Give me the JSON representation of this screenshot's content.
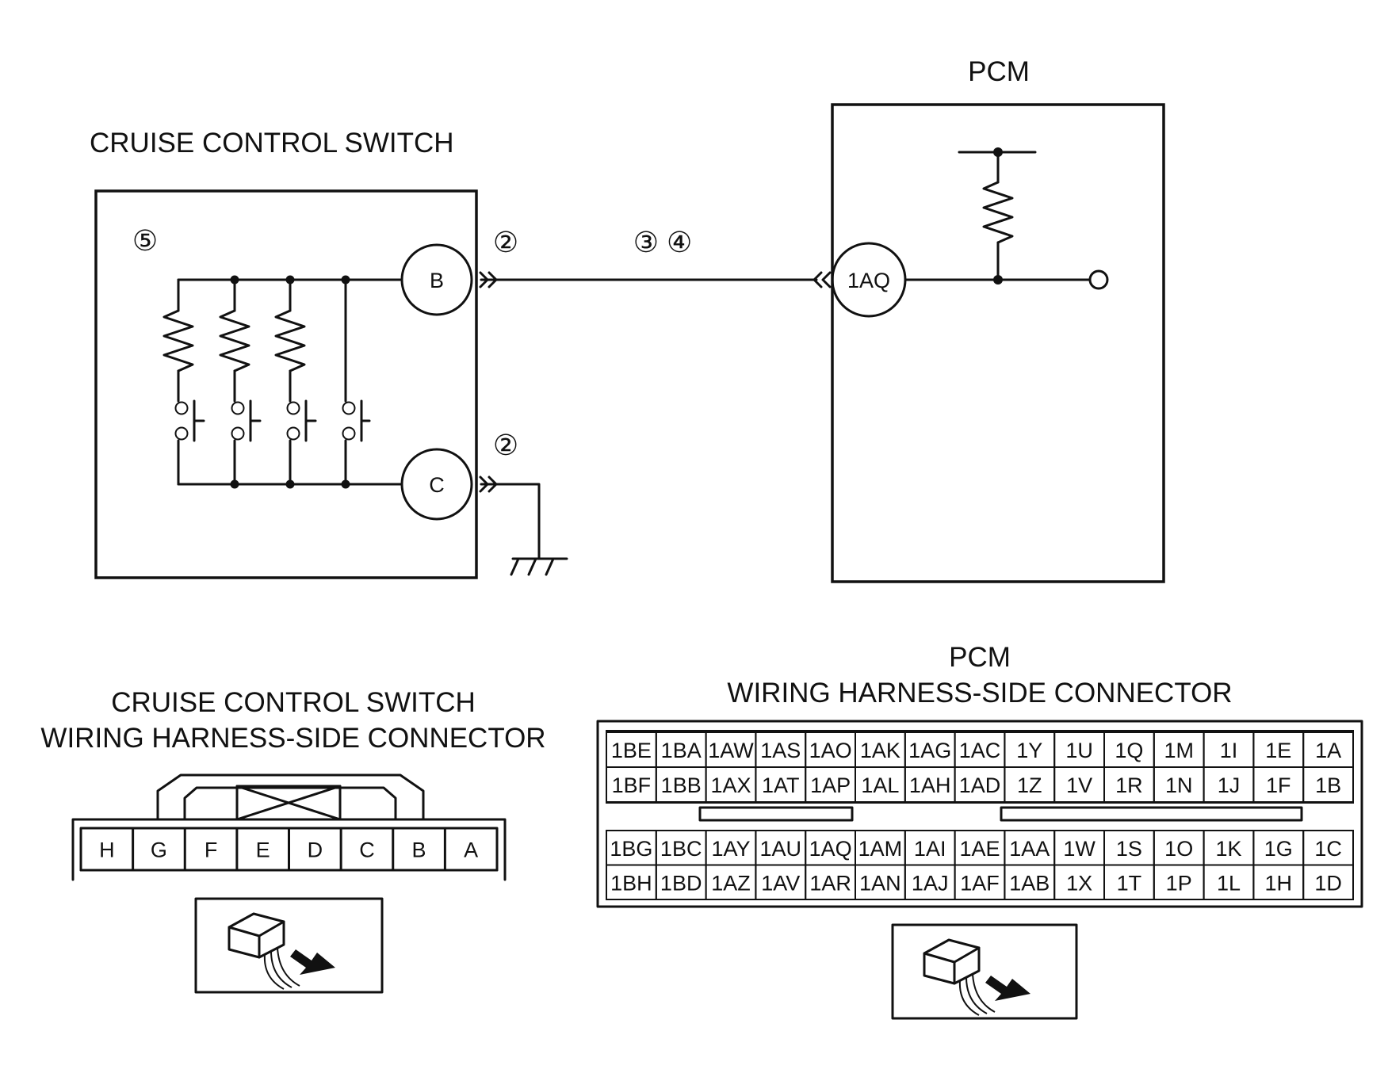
{
  "switch_schematic": {
    "title": "CRUISE CONTROL SWITCH",
    "terminal_b": "B",
    "terminal_c": "C",
    "callout_inside": "⑤",
    "callout_b": "②",
    "callout_c": "②"
  },
  "wire": {
    "callouts": "③ ④"
  },
  "pcm_schematic": {
    "title": "PCM",
    "terminal": "1AQ"
  },
  "switch_connector": {
    "title_line1": "CRUISE CONTROL SWITCH",
    "title_line2": "WIRING HARNESS-SIDE CONNECTOR",
    "pins": [
      "H",
      "G",
      "F",
      "E",
      "D",
      "C",
      "B",
      "A"
    ],
    "blanked_pins": [
      "E",
      "D"
    ]
  },
  "pcm_connector": {
    "title_line1": "PCM",
    "title_line2": "WIRING HARNESS-SIDE CONNECTOR",
    "upper_rows": [
      [
        "1BE",
        "1BA",
        "1AW",
        "1AS",
        "1AO",
        "1AK",
        "1AG",
        "1AC",
        "1Y",
        "1U",
        "1Q",
        "1M",
        "1I",
        "1E",
        "1A"
      ],
      [
        "1BF",
        "1BB",
        "1AX",
        "1AT",
        "1AP",
        "1AL",
        "1AH",
        "1AD",
        "1Z",
        "1V",
        "1R",
        "1N",
        "1J",
        "1F",
        "1B"
      ]
    ],
    "lower_rows": [
      [
        "1BG",
        "1BC",
        "1AY",
        "1AU",
        "1AQ",
        "1AM",
        "1AI",
        "1AE",
        "1AA",
        "1W",
        "1S",
        "1O",
        "1K",
        "1G",
        "1C"
      ],
      [
        "1BH",
        "1BD",
        "1AZ",
        "1AV",
        "1AR",
        "1AN",
        "1AJ",
        "1AF",
        "1AB",
        "1X",
        "1T",
        "1P",
        "1L",
        "1H",
        "1D"
      ]
    ]
  },
  "connector_view_icon": "harness-side-view-icon"
}
